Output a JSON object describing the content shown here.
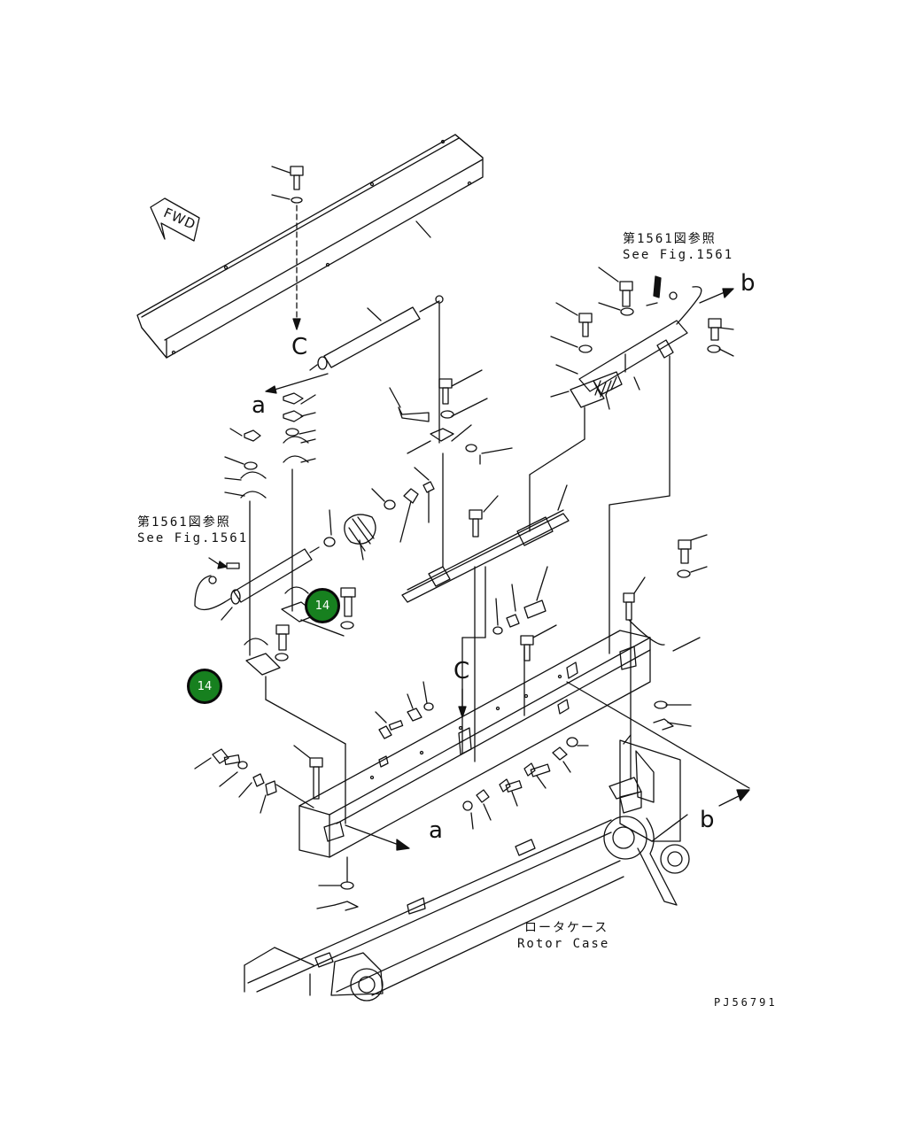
{
  "figure_code": "PJ56791",
  "direction_arrow": {
    "text": "FWD",
    "icon": "forward-arrow-icon"
  },
  "reference_notes": [
    {
      "jp": "第1561図参照",
      "en": "See Fig.1561"
    },
    {
      "jp": "第1561図参照",
      "en": "See Fig.1561"
    }
  ],
  "rotor_case": {
    "jp": "ロータケース",
    "en": "Rotor Case"
  },
  "connection_labels": {
    "a_upper": "a",
    "a_lower": "a",
    "b_upper": "b",
    "b_lower": "b",
    "c_upper": "C",
    "c_lower": "C"
  },
  "callouts": [
    {
      "number": "14"
    },
    {
      "number": "14"
    }
  ],
  "colors": {
    "callout_fill": "#17801f",
    "callout_border": "#0a0a0a",
    "line": "#111111"
  }
}
